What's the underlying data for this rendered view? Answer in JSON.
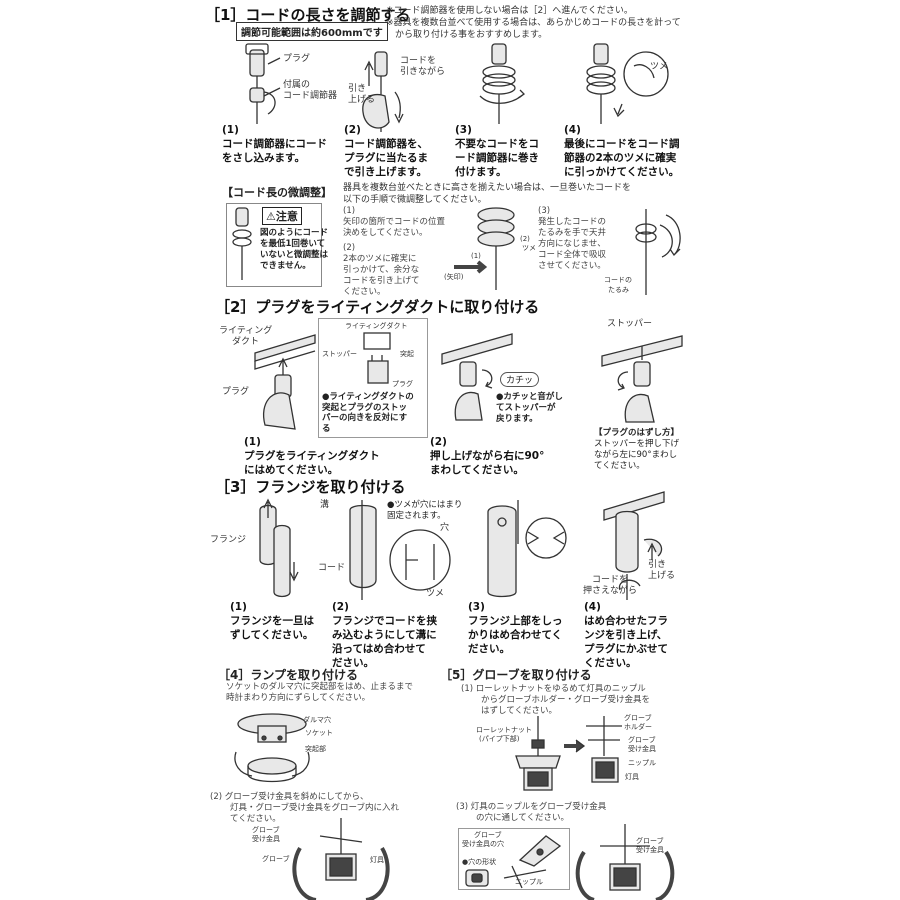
{
  "s1": {
    "title": "［1］コードの長さを調節する",
    "note1": "※コード調節器を使用しない場合は［2］へ進んでください。",
    "note2a": "※器具を複数台並べて使用する場合は、あらかじめコードの長さを計って",
    "note2b": "から取り付ける事をおすすめします。",
    "range": "調節可能範囲は約600mmです",
    "lbl_plug": "プラグ",
    "lbl_adj1": "付属の",
    "lbl_adj2": "コード調節器",
    "lbl_pull1": "コードを",
    "lbl_pull2": "引きながら",
    "lbl_lift1": "引き",
    "lbl_lift2": "上げる",
    "lbl_tsume": "ツメ",
    "steps": [
      {
        "n": "(1)",
        "l1": "コード調節器にコード",
        "l2": "をさし込みます。",
        "l3": ""
      },
      {
        "n": "(2)",
        "l1": "コード調節器を、",
        "l2": "プラグに当たるま",
        "l3": "で引き上げます。"
      },
      {
        "n": "(3)",
        "l1": "不要なコードをコ",
        "l2": "ード調節器に巻き",
        "l3": "付けます。"
      },
      {
        "n": "(4)",
        "l1": "最後にコードをコード調",
        "l2": "節器の2本のツメに確実",
        "l3": "に引っかけてください。"
      }
    ]
  },
  "fine": {
    "title": "【コード長の微調整】",
    "intro1": "器具を複数台並べたときに高さを揃えたい場合は、一旦巻いたコードを",
    "intro2": "以下の手順で微調整してください。",
    "caution": "注意",
    "c1": "図のようにコード",
    "c2": "を最低1回巻いて",
    "c3": "いないと微調整は",
    "c4": "できません。",
    "p1n": "(1)",
    "p1a": "矢印の箇所でコードの位置",
    "p1b": "決めをしてください。",
    "p2n": "(2)",
    "p2a": "2本のツメに確実に",
    "p2b": "引っかけて、余分な",
    "p2c": "コードを引き上げて",
    "p2d": "ください。",
    "p3n": "(3)",
    "p3a": "発生したコードの",
    "p3b": "たるみを手で天井",
    "p3c": "方向になじませ、",
    "p3d": "コード全体で吸収",
    "p3e": "させてください。",
    "lbl_arrow": "(矢印)",
    "lbl_1": "(1)",
    "lbl_2": "(2)",
    "lbl_tsume": "ツメ",
    "lbl_slack1": "コードの",
    "lbl_slack2": "たるみ"
  },
  "s2": {
    "title": "［2］プラグをライティングダクトに取り付ける",
    "lbl_duct1": "ライティング",
    "lbl_duct2": "ダクト",
    "lbl_plug": "プラグ",
    "box_duct": "ライティングダクト",
    "box_stopper": "ストッパー",
    "box_proj": "突起",
    "box_plug": "プラグ",
    "box_note1": "●ライティングダクトの",
    "box_note2": "突起とプラグのストッ",
    "box_note3": "パーの向きを反対にす",
    "box_note4": "る",
    "click": "カチッ",
    "click_note1": "●カチッと音がし",
    "click_note2": "てストッパーが",
    "click_note3": "戻ります。",
    "lbl_stopper": "ストッパー",
    "st1n": "(1)",
    "st1a": "プラグをライティングダクト",
    "st1b": "にはめてください。",
    "st2n": "(2)",
    "st2a": "押し上げながら右に90°",
    "st2b": "まわしてください。",
    "rem_title": "【プラグのはずし方】",
    "rem1": "ストッパーを押し下げ",
    "rem2": "ながら左に90°まわし",
    "rem3": "てください。"
  },
  "s3": {
    "title": "［3］フランジを取り付ける",
    "lbl_flange": "フランジ",
    "lbl_groove": "溝",
    "lbl_code": "コード",
    "lbl_tsume": "ツメ",
    "lbl_hole": "穴",
    "note1": "●ツメが穴にはまり",
    "note2": "固定されます。",
    "lbl_lift1": "引き",
    "lbl_lift2": "上げる",
    "lbl_hold1": "コードを",
    "lbl_hold2": "押さえながら",
    "steps": [
      {
        "n": "(1)",
        "l1": "フランジを一旦は",
        "l2": "ずしてください。",
        "l3": ""
      },
      {
        "n": "(2)",
        "l1": "フランジでコードを挟",
        "l2": "み込むようにして溝に",
        "l3": "沿ってはめ合わせて",
        "l4": "ださい。"
      },
      {
        "n": "(3)",
        "l1": "フランジ上部をしっ",
        "l2": "かりはめ合わせてく",
        "l3": "ださい。"
      },
      {
        "n": "(4)",
        "l1": "はめ合わせたフラ",
        "l2": "ンジを引き上げ、",
        "l3": "プラグにかぶせて",
        "l4": "ください。"
      }
    ]
  },
  "s4": {
    "title": "［4］ランプを取り付ける",
    "d1": "ソケットのダルマ穴に突起部をはめ、止まるまで",
    "d2": "時計まわり方向にずらしてください。",
    "lbl_hole": "ダルマ穴",
    "lbl_socket": "ソケット",
    "lbl_proj": "突起部",
    "s2n": "(2)",
    "s2a": "グローブ受け金具を斜めにしてから、",
    "s2b": "灯具・グローブ受け金具をグローブ内に入れ",
    "s2c": "てください。",
    "lbl_recv1": "グローブ",
    "lbl_recv2": "受け金具",
    "lbl_globe": "グローブ",
    "lbl_lamp": "灯具"
  },
  "s5": {
    "title": "［5］グローブを取り付ける",
    "s1n": "(1)",
    "s1a": "ローレットナットをゆるめて灯具のニップル",
    "s1b": "からグローブホルダー・グローブ受け金具を",
    "s1c": "はずしてください。",
    "lbl_nut1": "ローレットナット",
    "lbl_nut2": "(パイプ下部)",
    "lbl_holder1": "グローブ",
    "lbl_holder2": "ホルダー",
    "lbl_recv1": "グローブ",
    "lbl_recv2": "受け金具",
    "lbl_nipple": "ニップル",
    "lbl_lamp": "灯具",
    "s3n": "(3)",
    "s3a": "灯具のニップルをグローブ受け金具",
    "s3b": "の穴に通してください。",
    "in_recv1": "グローブ",
    "in_recv2": "受け金具の穴",
    "in_shape": "●穴の形状",
    "in_nipple": "ニップル",
    "r_recv1": "グローブ",
    "r_recv2": "受け金具"
  }
}
